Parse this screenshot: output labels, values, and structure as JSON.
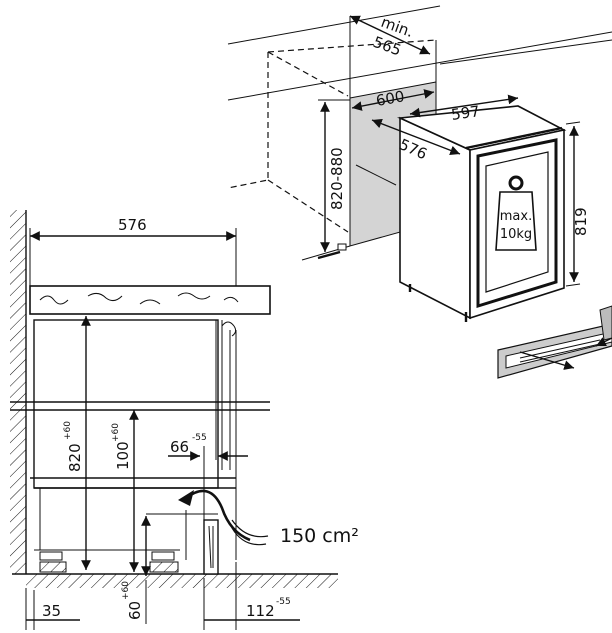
{
  "top_view": {
    "min_label": "min.",
    "niche_depth": "565",
    "niche_width": "600",
    "niche_height": "820-880",
    "unit_width": "597",
    "unit_depth": "576",
    "unit_height": "819",
    "weight_top": "max.",
    "weight_bottom": "10kg"
  },
  "side_view": {
    "worktop_depth": "576",
    "height_base": "820",
    "height_tol": "+60",
    "plinth_base": "100",
    "plinth_tol": "+60",
    "gap_base": "66",
    "gap_tol": "-55",
    "vent_area": "150 cm²",
    "left_clearance": "35",
    "foot_base": "60",
    "foot_tol": "+60",
    "rear_base": "112",
    "rear_tol": "-55"
  }
}
